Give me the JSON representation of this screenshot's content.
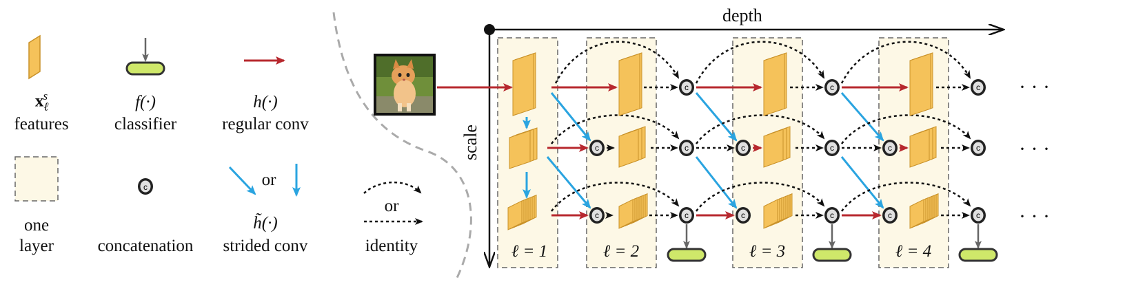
{
  "legend": {
    "features": {
      "symbol_base": "x",
      "symbol_sub": "ℓ",
      "symbol_sup": "s",
      "label": "features"
    },
    "classifier": {
      "symbol": "f(·)",
      "label": "classifier"
    },
    "regular_conv": {
      "symbol": "h(·)",
      "label": "regular conv"
    },
    "one_layer": {
      "label_line1": "one",
      "label_line2": "layer"
    },
    "concatenation": {
      "label": "concatenation",
      "glyph": "c"
    },
    "strided_conv": {
      "or": "or",
      "symbol": "h̃(·)",
      "label": "strided conv"
    },
    "identity": {
      "or": "or",
      "label": "identity"
    }
  },
  "axes": {
    "x_label": "depth",
    "y_label": "scale"
  },
  "layers": [
    "ℓ = 1",
    "ℓ = 2",
    "ℓ = 3",
    "ℓ = 4"
  ],
  "ellipsis": "· · ·",
  "colors": {
    "feature_fill": "#f5c25a",
    "feature_stroke": "#c9922a",
    "classifier_fill": "#cfe86a",
    "classifier_stroke": "#333333",
    "regular_conv": "#b7282e",
    "strided_conv": "#2aa4e0",
    "layer_fill": "#fdf8e6",
    "layer_stroke": "#666666",
    "separator": "#aaaaaa"
  }
}
